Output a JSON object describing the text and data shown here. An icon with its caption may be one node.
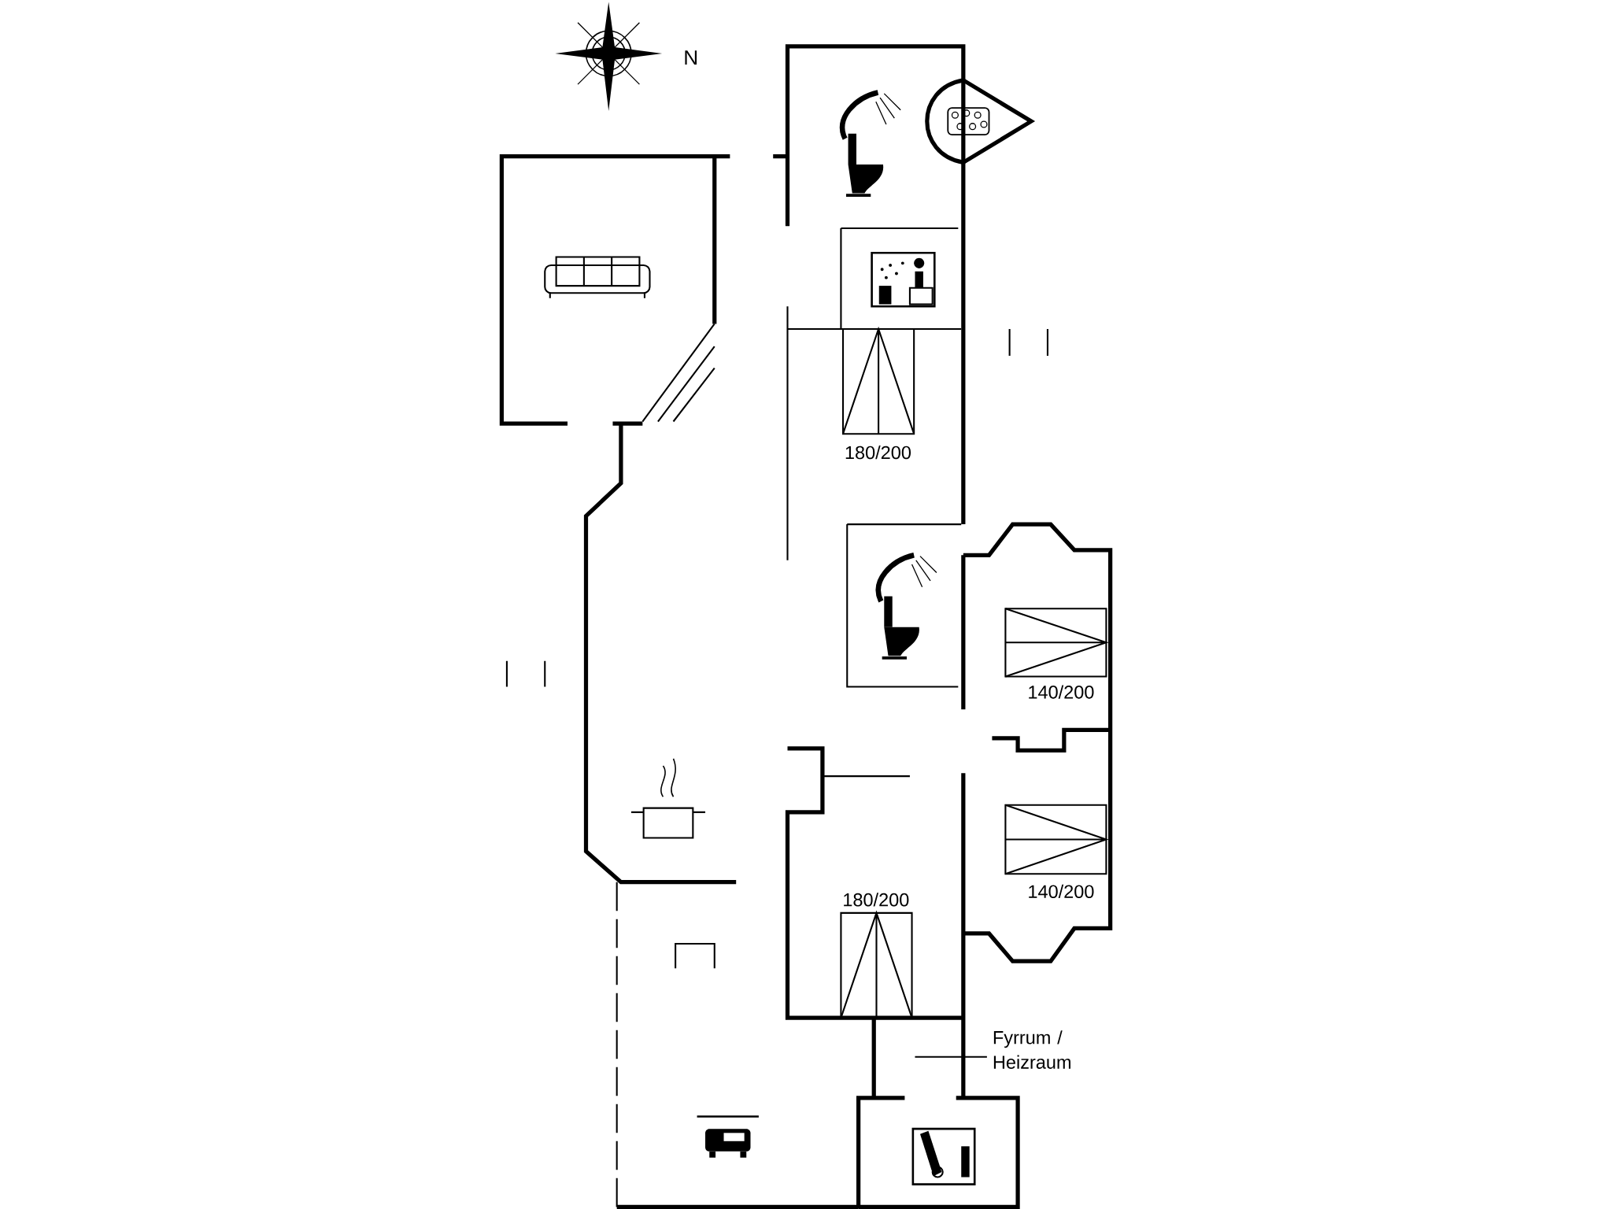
{
  "diagram": {
    "labels": [
      "N",
      "180/200",
      "140/200",
      "140/200",
      "180/200",
      "Fyrrum / Heizraum"
    ]
  }
}
